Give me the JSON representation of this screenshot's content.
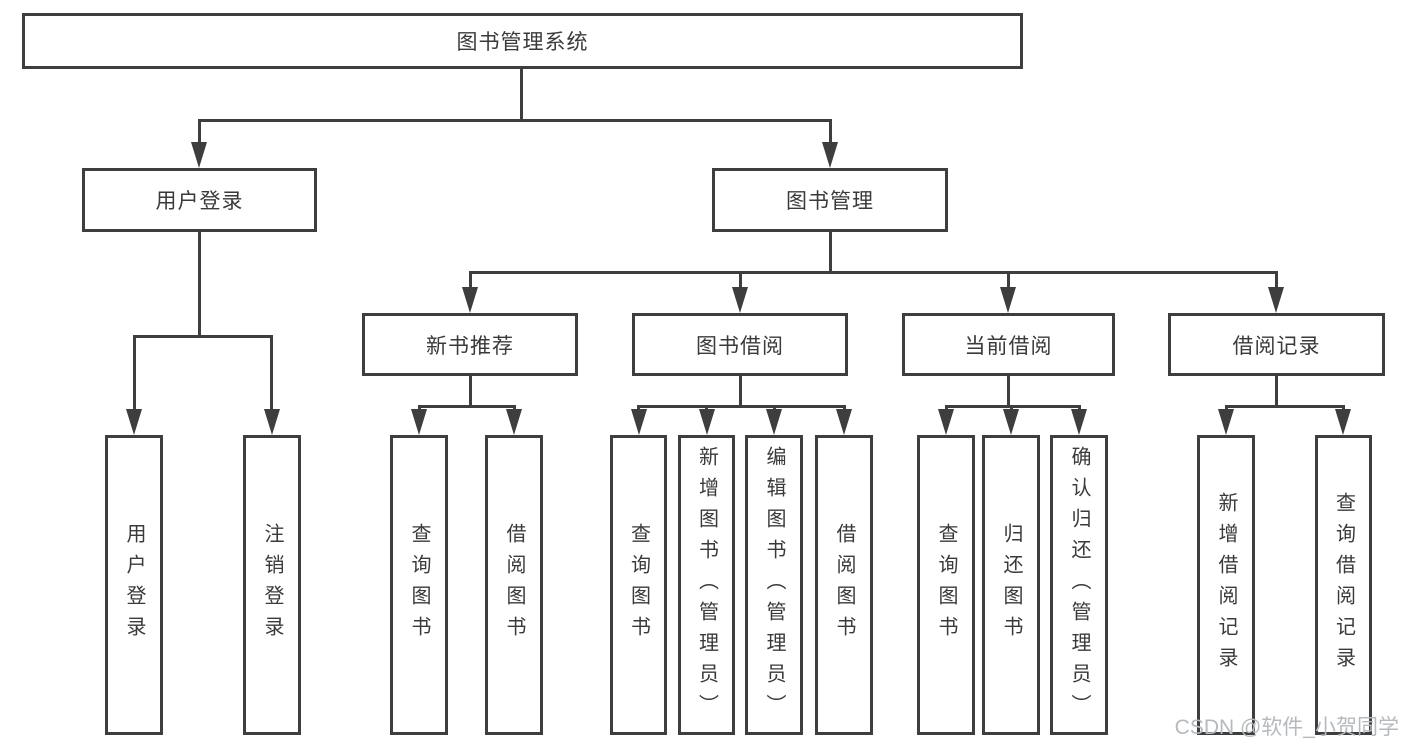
{
  "diagram": {
    "root": "图书管理系统",
    "level2": [
      "用户登录",
      "图书管理"
    ],
    "level3": [
      "新书推荐",
      "图书借阅",
      "当前借阅",
      "借阅记录"
    ],
    "leaves": [
      "用户登录",
      "注销登录",
      "查询图书",
      "借阅图书",
      "查询图书",
      "新增图书（管理员）",
      "编辑图书（管理员）",
      "借阅图书",
      "查询图书",
      "归还图书",
      "确认归还（管理员）",
      "新增借阅记录",
      "查询借阅记录"
    ]
  },
  "watermark": "CSDN @软件_小贺同学",
  "colors": {
    "line": "#3e3e3e",
    "text": "#3a3a3a",
    "watermark": "#b5babe",
    "background": "#ffffff"
  }
}
